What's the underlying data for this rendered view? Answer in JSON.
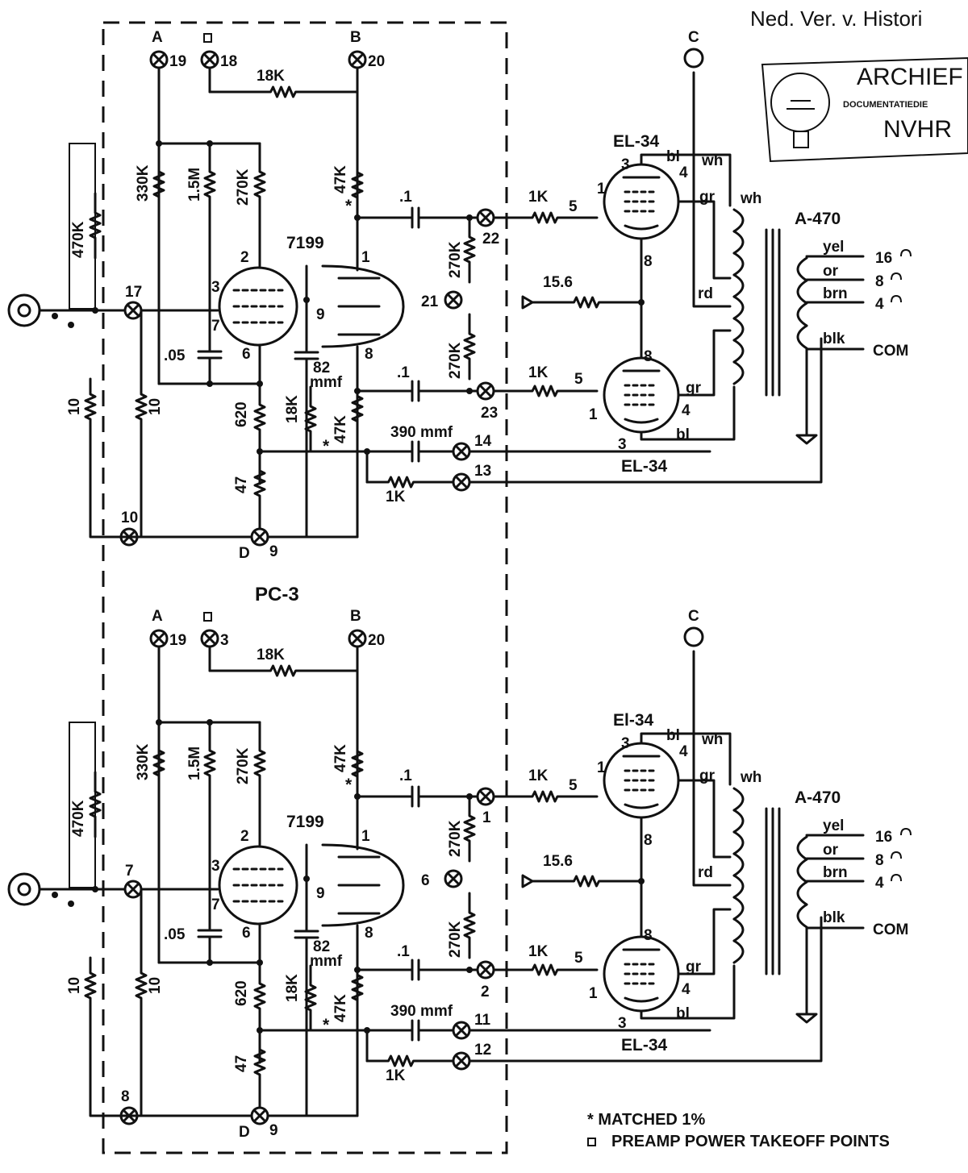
{
  "archive": {
    "header": "Ned. Ver. v. Histori",
    "stamp_title": "ARCHIEF",
    "stamp_sub": "DOCUMENTATIEDIE",
    "stamp_code": "NVHR"
  },
  "board_label": "PC-3",
  "legend": {
    "matched": "* MATCHED 1%",
    "takeoff": "PREAMP  POWER  TAKEOFF  POINTS"
  },
  "channels": [
    {
      "terms": {
        "a_num": "19",
        "pre_num": "18",
        "b_num": "20",
        "in_num": "17",
        "gnd_num": "10",
        "d_num": "9",
        "c1_num": "22",
        "mid_num": "21",
        "c2_num": "23",
        "fb1_num": "14",
        "fb2_num": "13"
      },
      "tube": "7199",
      "out_tube": "EL-34",
      "out_tube2": "EL-34",
      "grid_stop": "1K",
      "screen_r": "15.6",
      "transformer": "A-470"
    },
    {
      "terms": {
        "a_num": "19",
        "pre_num": "3",
        "b_num": "20",
        "in_num": "7",
        "gnd_num": "8",
        "d_num": "9",
        "c1_num": "1",
        "mid_num": "6",
        "c2_num": "2",
        "fb1_num": "11",
        "fb2_num": "12"
      },
      "tube": "7199",
      "out_tube": "El-34",
      "out_tube2": "EL-34",
      "grid_stop": "1K",
      "screen_r": "15.6",
      "transformer": "A-470"
    }
  ],
  "common": {
    "A": "A",
    "B": "B",
    "C": "C",
    "D": "D",
    "r18k": "18K",
    "r330k": "330K",
    "r15m": "1.5M",
    "r270k": "270K",
    "r47k": "47K",
    "r470k": "470K",
    "r10": "10",
    "r620": "620",
    "r47": "47",
    "r1k": "1K",
    "c05": ".05",
    "c82": "82",
    "mmf": "mmf",
    "c1": ".1",
    "c390": "390 mmf",
    "pin1": "1",
    "pin2": "2",
    "pin3": "3",
    "pin4": "4",
    "pin5": "5",
    "pin6": "6",
    "pin7": "7",
    "pin8": "8",
    "pin9": "9",
    "bl": "bl",
    "wh": "wh",
    "gr": "gr",
    "rd": "rd",
    "yel": "yel",
    "or": "or",
    "brn": "brn",
    "blk": "blk",
    "t16": "16",
    "t8": "8",
    "t4": "4",
    "com": "COM",
    "star": "*"
  }
}
